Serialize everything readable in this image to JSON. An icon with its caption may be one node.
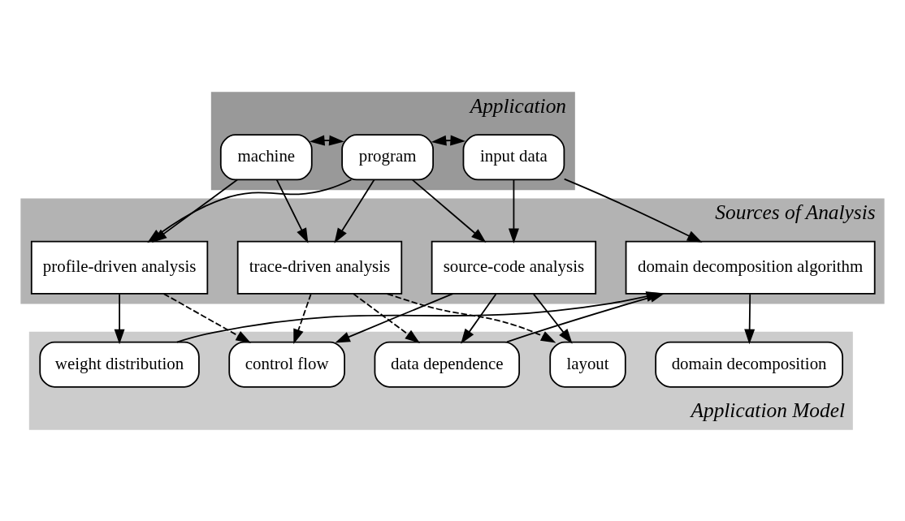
{
  "diagram": {
    "nodes": [
      {
        "text": [
          "Application"
        ]
      },
      {
        "text": [
          "machine"
        ],
        "in": 0
      },
      {
        "text": [
          "program"
        ],
        "in": 0
      },
      {
        "text": [
          "input data"
        ],
        "in": 0
      },
      {
        "text": [
          "Sources of Analysis"
        ]
      },
      {
        "text": [
          "profile-driven analysis"
        ],
        "in": 4
      },
      {
        "text": [
          "trace-driven analysis"
        ],
        "in": 4
      },
      {
        "text": [
          "source-code analysis"
        ],
        "in": 4
      },
      {
        "text": [
          "domain decomposition algorithm"
        ],
        "in": 4
      },
      {
        "text": [
          "Application Model"
        ]
      },
      {
        "text": [
          "weight distribution"
        ],
        "in": 9
      },
      {
        "text": [
          "control flow"
        ],
        "in": 9
      },
      {
        "text": [
          "data dependence"
        ],
        "in": 9
      },
      {
        "text": [
          "layout"
        ],
        "in": 9
      },
      {
        "text": [
          "domain decomposition"
        ],
        "in": 9
      }
    ],
    "edges": [
      {
        "from": 1,
        "to": 2,
        "arrow": "both"
      },
      {
        "from": 2,
        "to": 3,
        "arrow": "both"
      },
      {
        "from": 1,
        "to": 5,
        "arrow": "to"
      },
      {
        "from": 2,
        "to": 5,
        "arrow": "to"
      },
      {
        "from": 1,
        "to": 6,
        "arrow": "to"
      },
      {
        "from": 2,
        "to": 6,
        "arrow": "to"
      },
      {
        "from": 2,
        "to": 7,
        "arrow": "to"
      },
      {
        "from": 3,
        "to": 7,
        "arrow": "to"
      },
      {
        "from": 3,
        "to": 8,
        "arrow": "to"
      },
      {
        "from": 5,
        "to": 10,
        "arrow": "to"
      },
      {
        "from": 5,
        "to": 11,
        "arrow": "to",
        "style": "dashed"
      },
      {
        "from": 6,
        "to": 11,
        "arrow": "to",
        "style": "dashed"
      },
      {
        "from": 6,
        "to": 12,
        "arrow": "to",
        "style": "dashed"
      },
      {
        "from": 6,
        "to": 13,
        "arrow": "to",
        "style": "dashed"
      },
      {
        "from": 7,
        "to": 11,
        "arrow": "to"
      },
      {
        "from": 7,
        "to": 12,
        "arrow": "to"
      },
      {
        "from": 7,
        "to": 13,
        "arrow": "to"
      },
      {
        "from": 8,
        "to": 14,
        "arrow": "to"
      },
      {
        "from": 10,
        "to": 8,
        "arrow": "to"
      },
      {
        "from": 12,
        "to": 8,
        "arrow": "to"
      }
    ]
  }
}
